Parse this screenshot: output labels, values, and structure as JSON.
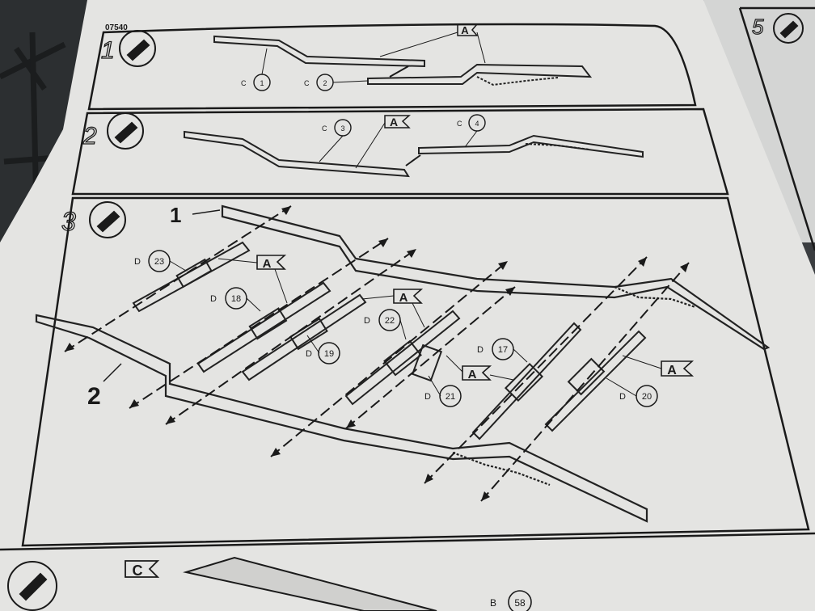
{
  "page": {
    "code": "07540"
  },
  "steps": [
    {
      "number": "1",
      "callouts": [
        {
          "prefix": "C",
          "num": "1"
        },
        {
          "prefix": "C",
          "num": "2"
        }
      ],
      "tag": "A"
    },
    {
      "number": "2",
      "callouts": [
        {
          "prefix": "C",
          "num": "3"
        },
        {
          "prefix": "C",
          "num": "4"
        }
      ],
      "tag": "A"
    },
    {
      "number": "3",
      "callouts": [
        {
          "prefix": "D",
          "num": "23"
        },
        {
          "prefix": "D",
          "num": "18"
        },
        {
          "prefix": "D",
          "num": "19"
        },
        {
          "prefix": "D",
          "num": "22"
        },
        {
          "prefix": "D",
          "num": "21"
        },
        {
          "prefix": "D",
          "num": "17"
        },
        {
          "prefix": "D",
          "num": "20"
        }
      ],
      "tags": [
        "A",
        "A",
        "A",
        "A"
      ],
      "subassembly_labels": [
        "1",
        "2"
      ]
    },
    {
      "number": "5"
    }
  ],
  "next_page": {
    "tag": "C",
    "callout": {
      "prefix": "B",
      "num": "58"
    }
  },
  "colors": {
    "paper": "#e6e6e4",
    "ink": "#1a1a1a",
    "background": "#3a3d40"
  },
  "icons": [
    "glue-tube-icon"
  ]
}
